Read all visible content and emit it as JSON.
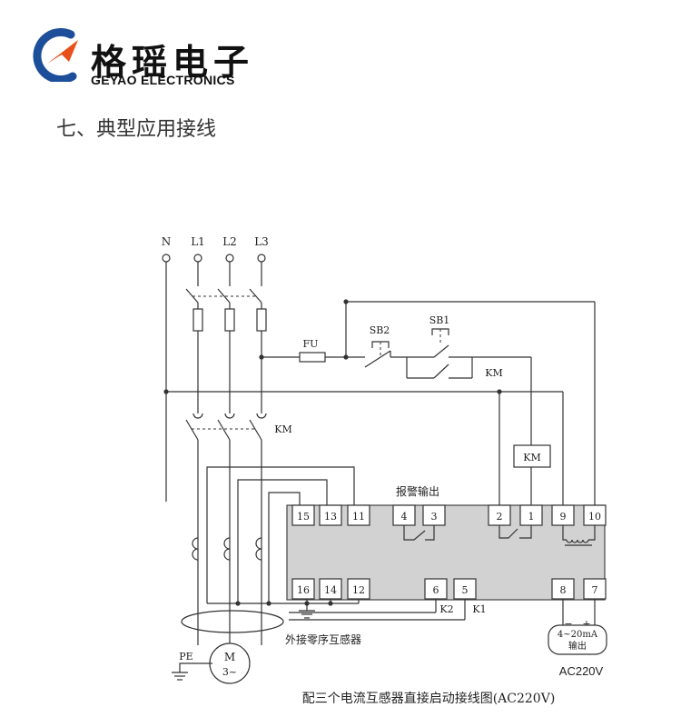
{
  "header": {
    "brand_cn": "格瑶电子",
    "brand_en": "GEYAO ELECTRONICS",
    "logo_icon": "geyao-logo-icon",
    "logo_colors": {
      "blue": "#1d4e9a",
      "orange": "#e8501a"
    }
  },
  "section_title": "七、典型应用接线",
  "diagram": {
    "phases": [
      "N",
      "L1",
      "L2",
      "L3"
    ],
    "components": {
      "fuse": "FU",
      "sb2": "SB2",
      "sb1": "SB1",
      "km_aux": "KM",
      "km_main": "KM",
      "km_coil": "KM",
      "motor": "M",
      "motor_sub": "3~",
      "pe": "PE"
    },
    "labels": {
      "alarm_output": "报警输出",
      "zero_seq_ct": "外接零序互感器",
      "k1": "K1",
      "k2": "K2",
      "output_4_20": "4~20mA",
      "output_cn": "输出",
      "minus": "−",
      "plus": "+",
      "supply": "AC220V"
    },
    "terminals_top": [
      "15",
      "13",
      "11",
      "4",
      "3",
      "2",
      "1",
      "9",
      "10"
    ],
    "terminals_bottom": [
      "16",
      "14",
      "12",
      "6",
      "5",
      "8",
      "7"
    ],
    "caption": "配三个电流互感器直接启动接线图(AC220V)"
  }
}
